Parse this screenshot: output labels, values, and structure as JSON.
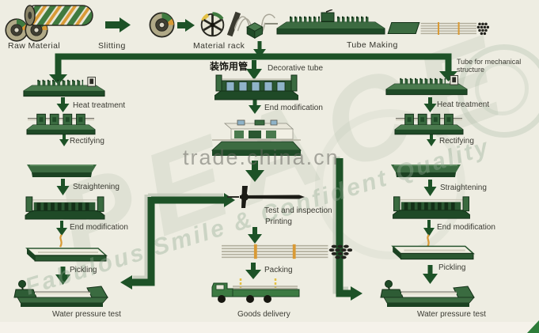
{
  "watermarks": {
    "peace": "PEACE",
    "slogan": "Fabulous Smile & Confident Quality",
    "site": "trade.china.cn"
  },
  "top_row": {
    "steps": [
      {
        "label": "Raw Material"
      },
      {
        "label": "Slitting"
      },
      {
        "label": "Material rack"
      },
      {
        "label": "Tube Making"
      }
    ]
  },
  "branches": {
    "decorative_cn": "装饰用管",
    "decorative_en": "Decorative tube",
    "mechanical_l1": "Tube for mechanical",
    "mechanical_l2": "structure"
  },
  "left_column": {
    "steps": [
      {
        "label": "Heat treatment"
      },
      {
        "label": "Rectifying"
      },
      {
        "label": "Straightening"
      },
      {
        "label": "End modification"
      },
      {
        "label": "Pickling"
      },
      {
        "label": "Water pressure test"
      }
    ]
  },
  "middle_column": {
    "steps": [
      {
        "label": "End modification"
      },
      {
        "label": "Test and inspection"
      },
      {
        "label": "Printing"
      },
      {
        "label": "Packing"
      },
      {
        "label": "Goods delivery"
      }
    ]
  },
  "right_column": {
    "steps": [
      {
        "label": "Heat treatment"
      },
      {
        "label": "Rectifying"
      },
      {
        "label": "Straightening"
      },
      {
        "label": "End modification"
      },
      {
        "label": "Pickling"
      },
      {
        "label": "Water pressure test"
      }
    ]
  },
  "colors": {
    "flow_green": "#1d5227",
    "machine_green": "#2e5c35",
    "accent_orange": "#d99a35",
    "panel_blue": "#8fb3c9",
    "background": "#eeede2"
  }
}
